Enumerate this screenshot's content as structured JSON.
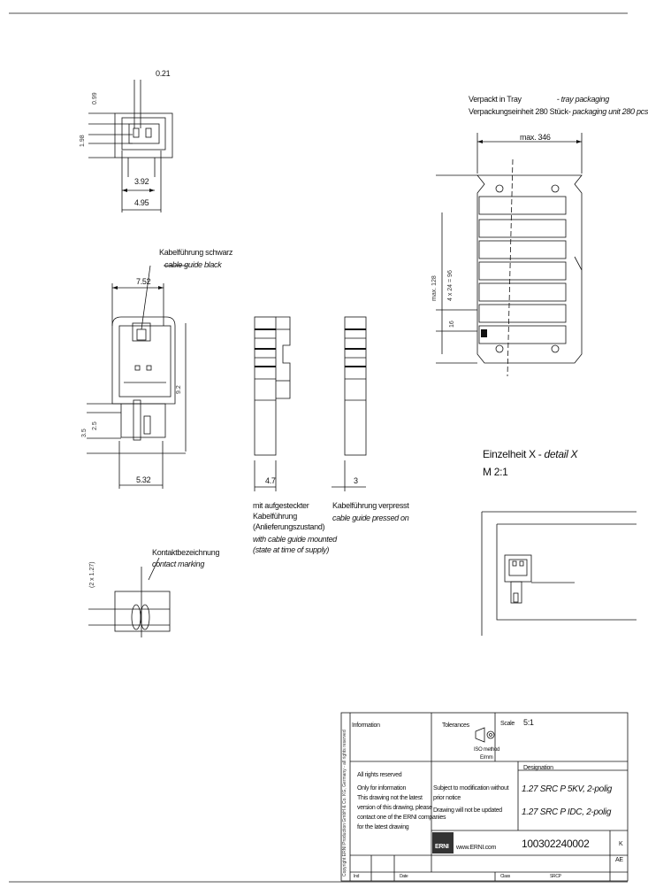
{
  "top_view": {
    "dim_021": "0.21",
    "dim_099": "0.99",
    "dim_198": "1.98",
    "dim_392": "3.92",
    "dim_495": "4.95"
  },
  "tray": {
    "title_de": "Verpackt in Tray",
    "title_en": "- tray packaging",
    "units_de": "Verpackungseinheit 280 Stück",
    "units_en": "- packaging unit 280 pcs",
    "max_width": "max. 346",
    "side_max": "max. 128",
    "side_pitch": "4 x 24 = 96",
    "side_small": "16"
  },
  "cable_guide": {
    "label_de": "Kabelführung schwarz",
    "label_en": "cable guide black"
  },
  "front_view": {
    "dim_752": "7.52",
    "dim_92": "9.2",
    "dim_35": "3.5",
    "dim_25": "2.5",
    "dim_532": "5.32"
  },
  "side_views": {
    "dim_47": "4.7",
    "dim_3": "3",
    "left_caption": [
      "mit aufgesteckter",
      "Kabelführung",
      "(Anlieferungszustand)",
      "with cable guide mounted",
      "(state at time of supply)"
    ],
    "right_caption": [
      "Kabelführung verpresst",
      "cable guide pressed on"
    ]
  },
  "detail": {
    "title_de": "Einzelheit X - ",
    "title_en": "detail X",
    "scale": "M 2:1"
  },
  "contact_view": {
    "dim": "(2 x 1.27)",
    "label_de": "Kontaktbezeichnung",
    "label_en": "contact marking"
  },
  "title_block": {
    "information": "Information",
    "tolerances": "Tolerances",
    "scale_label": "Scale",
    "scale_value": "5:1",
    "proj_note_1": "ISO method",
    "proj_note_2": "E/mm",
    "rights": "All rights reserved",
    "only_info": "Only for information",
    "latest_1": "This drawing not the latest",
    "latest_2": "version of this drawing, please",
    "latest_3": "contact one of the ERNI companies",
    "latest_4": "for the latest drawing",
    "subject_1": "Subject to modification without",
    "subject_2": "prior notice",
    "subject_3": "Drawing will not be updated",
    "designation_label": "Designation",
    "designation_1": "1.27 SRC P 5KV, 2-polig",
    "designation_2": "1.27 SRC P IDC, 2-polig",
    "logo": "ERNI",
    "website": "www.ERNI.com",
    "part_number": "100302240002",
    "index_1": "K",
    "index_2": "AE",
    "bottom_1": "Ind",
    "bottom_2": "Date",
    "bottom_3": "Class",
    "bottom_4": "SRCP",
    "vertical_note": "Copyright ERNI Production GmbH & Co. KG, Germany - all rights reserved"
  }
}
